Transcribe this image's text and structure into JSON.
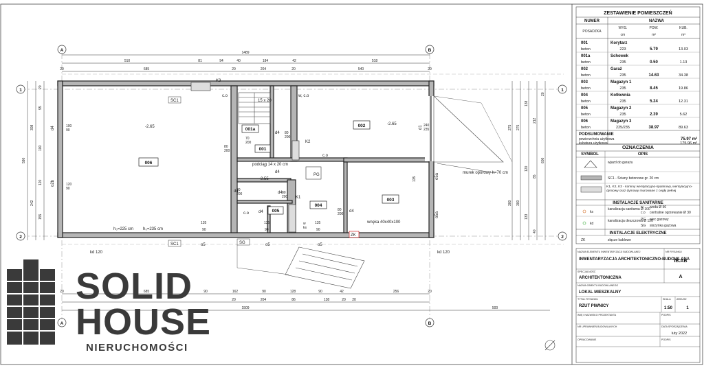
{
  "axes": {
    "a_top": "A",
    "b_top": "B",
    "a_bottom": "A",
    "b_bottom": "B",
    "row1_left": "1",
    "row2_left": "2",
    "row1_right": "1",
    "row2_right": "2"
  },
  "dimensions": {
    "top_total": "1489",
    "top_row2": [
      "510",
      "81",
      "94",
      "40",
      "184",
      "42",
      "518"
    ],
    "top_row3": [
      "20",
      "685",
      "20",
      "204",
      "20",
      "540",
      "20"
    ],
    "bottom_row1": [
      "20",
      "685",
      "90",
      "162",
      "90",
      "128",
      "90",
      "42",
      "256",
      "20"
    ],
    "bottom_row2": [
      "20",
      "204",
      "86",
      "138",
      "20",
      "20"
    ],
    "bottom_total": "1509",
    "bottom_right": "500",
    "left_side": [
      "590",
      "308",
      "242",
      "155",
      "20",
      "95",
      "100",
      "120"
    ],
    "right_side": [
      "275",
      "300",
      "120",
      "600",
      "212",
      "138",
      "85",
      "133",
      "20",
      "40"
    ]
  },
  "rooms": [
    {
      "id": "006",
      "label": "006"
    },
    {
      "id": "001a",
      "label": "001a"
    },
    {
      "id": "001",
      "label": "001"
    },
    {
      "id": "002",
      "label": "002"
    },
    {
      "id": "003",
      "label": "003"
    },
    {
      "id": "004",
      "label": "004"
    },
    {
      "id": "005",
      "label": "005"
    }
  ],
  "annotations": {
    "k3": "K3",
    "k2": "K2",
    "k1": "K1",
    "sc1_top": "SC1",
    "sc1_bottom": "SC1",
    "sg": "SG",
    "zk": "ZK",
    "pg": "PG",
    "co1": "c.o",
    "co2": "c.o",
    "co3": "c.o",
    "wco": "w, c.o",
    "wks": "w\nks",
    "stairs": "15 x 20",
    "level1": "-2.65",
    "level2": "-2.65",
    "level3": "-2.55",
    "podciag": "podciąg 14 x 20 cm",
    "murek": "murek oporowy h=70 cm",
    "wneka": "wnęka 40x40x100",
    "h225": "h₀=225 cm",
    "h235": "h₀=235 cm",
    "kd120_left": "kd 120",
    "kd120_right": "kd 120",
    "d4a": "d4",
    "d4b": "d4",
    "d4c": "d4",
    "d4d": "d4",
    "d4e": "d4",
    "d4f": "d4",
    "d4g": "d4",
    "d1": "d1",
    "o2b": "o2b",
    "o5a_1": "o5a",
    "o5a_2": "o5a",
    "o5_1": "o5",
    "o5_2": "o5",
    "o5_3": "o5",
    "w100_90_a": "100\n90",
    "w120_90": "120\n90",
    "d80_200": "80\n200",
    "d70_200": "70\n200",
    "d240_235": "240\n235",
    "s135_1": "135",
    "s135_2": "135",
    "s135_3": "135",
    "s135_4": "135",
    "s90_1": "90",
    "s90_2": "90",
    "s90_3": "90"
  },
  "rooms_table": {
    "title": "ZESTAWIENIE POMIESZCZEŃ",
    "col_number": "NUMER",
    "col_name": "NAZWA",
    "col_floor": "POSADZKA",
    "col_height": "WYS.",
    "col_area": "POW.",
    "col_volume": "KUB.",
    "unit_height": "cm",
    "unit_area": "m²",
    "unit_volume": "m³",
    "rows": [
      {
        "no": "001",
        "name": "Korytarz",
        "floor": "beton",
        "h": "223",
        "a": "5.79",
        "v": "13.03"
      },
      {
        "no": "001a",
        "name": "Schowek",
        "floor": "beton",
        "h": "235",
        "a": "0.50",
        "v": "1.13"
      },
      {
        "no": "002",
        "name": "Garaż",
        "floor": "beton",
        "h": "235",
        "a": "14.63",
        "v": "34.38"
      },
      {
        "no": "003",
        "name": "Magazyn 1",
        "floor": "beton",
        "h": "235",
        "a": "8.45",
        "v": "19.86"
      },
      {
        "no": "004",
        "name": "Kotłownia",
        "floor": "beton",
        "h": "235",
        "a": "5.24",
        "v": "12.31"
      },
      {
        "no": "005",
        "name": "Magazyn 2",
        "floor": "beton",
        "h": "235",
        "a": "2.39",
        "v": "5.62"
      },
      {
        "no": "006",
        "name": "Magazyn 3",
        "floor": "beton",
        "h": "225/235",
        "a": "38.97",
        "v": "89.63"
      }
    ],
    "summary_title": "PODSUMOWANIE",
    "summary_area_label": "powierzchnia użytkowa",
    "summary_area": "75.97 m²",
    "summary_vol_label": "kubatura użytkowa",
    "summary_vol": "175.96 m³"
  },
  "legend": {
    "title": "OZNACZENIA",
    "col_symbol": "SYMBOL",
    "col_desc": "OPIS",
    "garage_entry": "wjazd do garażu",
    "walls": "SC1 - Ściany betonowe gr. 20 cm",
    "chimneys": "K1, K2, K3 - kominy wentylacyjno-spalinowy, wentylacyjno-dymowy oraz dymowy murowane z cegły pełnej",
    "sanit_title": "INSTALACJE SANITARNE",
    "ks_symbol": "ks",
    "ks_desc": "kanalizacja sanitarna Ø 100",
    "w_symbol": "w",
    "w_desc": "woda Ø 50",
    "co_symbol": "c.o",
    "co_desc": "centralne ogrzewanie Ø 30",
    "kd_symbol": "kd",
    "kd_desc": "kanalizacja deszczowa Ø 120",
    "pg_symbol": "PG",
    "pg_desc": "piec gazowy",
    "sg_symbol": "SG",
    "sg_desc": "skrzynka gazowa",
    "elec_title": "INSTALACJE ELEKTRYCZNE",
    "zk_symbol": "ZK",
    "zk_desc": "złącze kablowe"
  },
  "title_block": {
    "lbl_element": "NAZWA ELEMENTU INWENTARYZACJI BUDOWLANEJ",
    "element": "INWENTARYZACJA ARCHITEKTONICZNO-BUDOWLANA",
    "lbl_no": "NR RYSUNKU",
    "no": "IB.AB",
    "lbl_spec": "SPECJALNOŚĆ",
    "spec": "ARCHITEKTONICZNA",
    "spec_code": "A",
    "lbl_object": "NAZWA OBIEKTU BUDOWLANEGO",
    "object": "LOKAL MIESZKALNY",
    "lbl_drawing": "TYTUŁ RYSUNKU",
    "drawing": "RZUT PIWNICY",
    "lbl_scale": "SKALA",
    "scale": "1:50",
    "lbl_sheet": "ARKUSZ",
    "sheet": "1",
    "lbl_designer": "IMIĘ I NAZWISKO PROJEKTANTA",
    "lbl_sign1": "PODPIS",
    "lbl_license": "NR UPRAWNIEŃ BUDOWLANYCH",
    "lbl_date": "DATA SPORZĄDZENIA",
    "date": "luty 2022",
    "lbl_prepared": "OPRACOWANIE",
    "lbl_sign2": "PODPIS"
  },
  "logo": {
    "line1": "SOLID",
    "line2": "HOUSE",
    "line3": "NIERUCHOMOŚCI"
  }
}
